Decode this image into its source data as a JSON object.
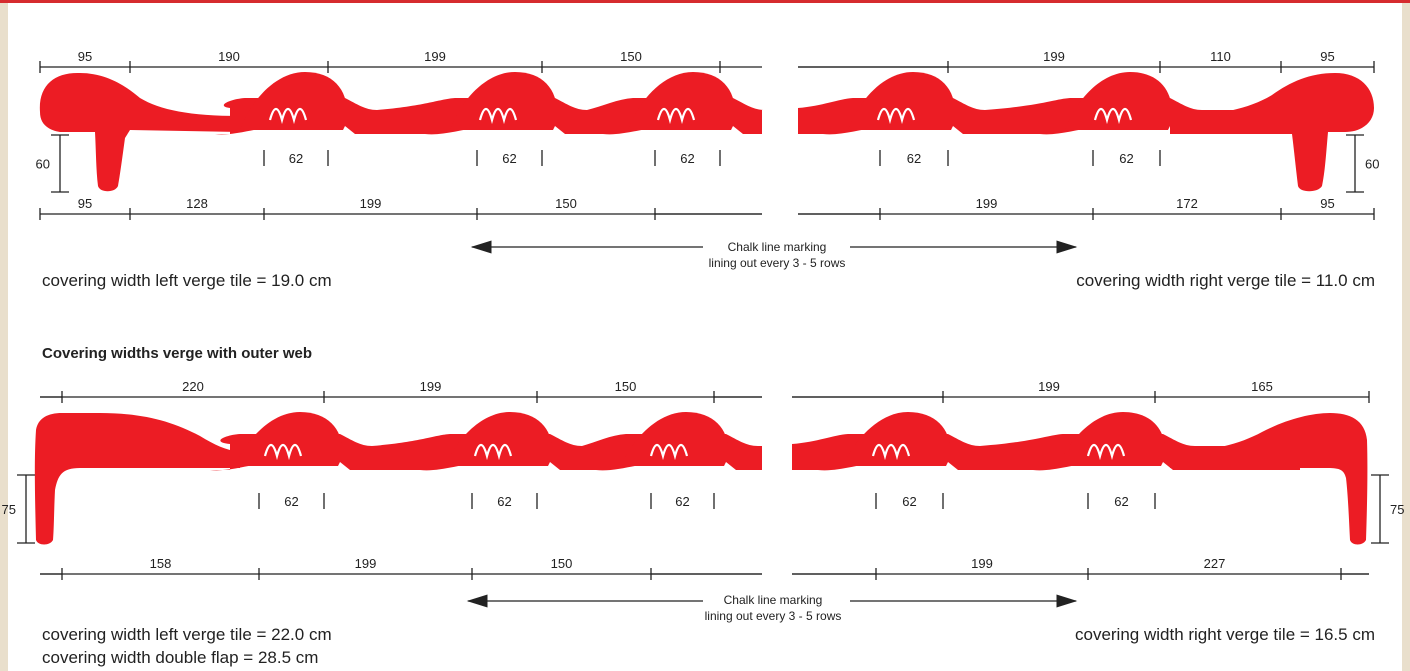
{
  "section1": {
    "left": {
      "top_dims": [
        "95",
        "190",
        "199",
        "150"
      ],
      "bottom_dims": [
        "95",
        "128",
        "199",
        "150"
      ],
      "overlap_dims": [
        "62",
        "62",
        "62"
      ],
      "height_dim": "60",
      "caption": "covering width left verge tile = 19.0 cm"
    },
    "right": {
      "top_dims": [
        "199",
        "110",
        "95"
      ],
      "bottom_dims": [
        "199",
        "172",
        "95"
      ],
      "overlap_dims": [
        "62",
        "62"
      ],
      "height_dim": "60",
      "caption": "covering width right verge tile = 11.0 cm"
    },
    "chalk_line": [
      "Chalk line marking",
      "lining out every 3 - 5 rows"
    ]
  },
  "section2": {
    "heading": "Covering widths verge with outer web",
    "left": {
      "top_dims": [
        "220",
        "199",
        "150"
      ],
      "bottom_dims": [
        "158",
        "199",
        "150"
      ],
      "overlap_dims": [
        "62",
        "62",
        "62"
      ],
      "height_dim": "75",
      "captions": [
        "covering width left verge tile = 22.0 cm",
        "covering width double flap = 28.5 cm"
      ]
    },
    "right": {
      "top_dims": [
        "199",
        "165"
      ],
      "bottom_dims": [
        "199",
        "227"
      ],
      "overlap_dims": [
        "62",
        "62"
      ],
      "height_dim": "75",
      "caption": "covering width right verge tile = 16.5 cm"
    },
    "chalk_line": [
      "Chalk line marking",
      "lining out every 3 - 5 rows"
    ]
  },
  "colors": {
    "tile_red": "#ec1c24",
    "frame_border": "#e9dfcc",
    "line": "#222222"
  }
}
